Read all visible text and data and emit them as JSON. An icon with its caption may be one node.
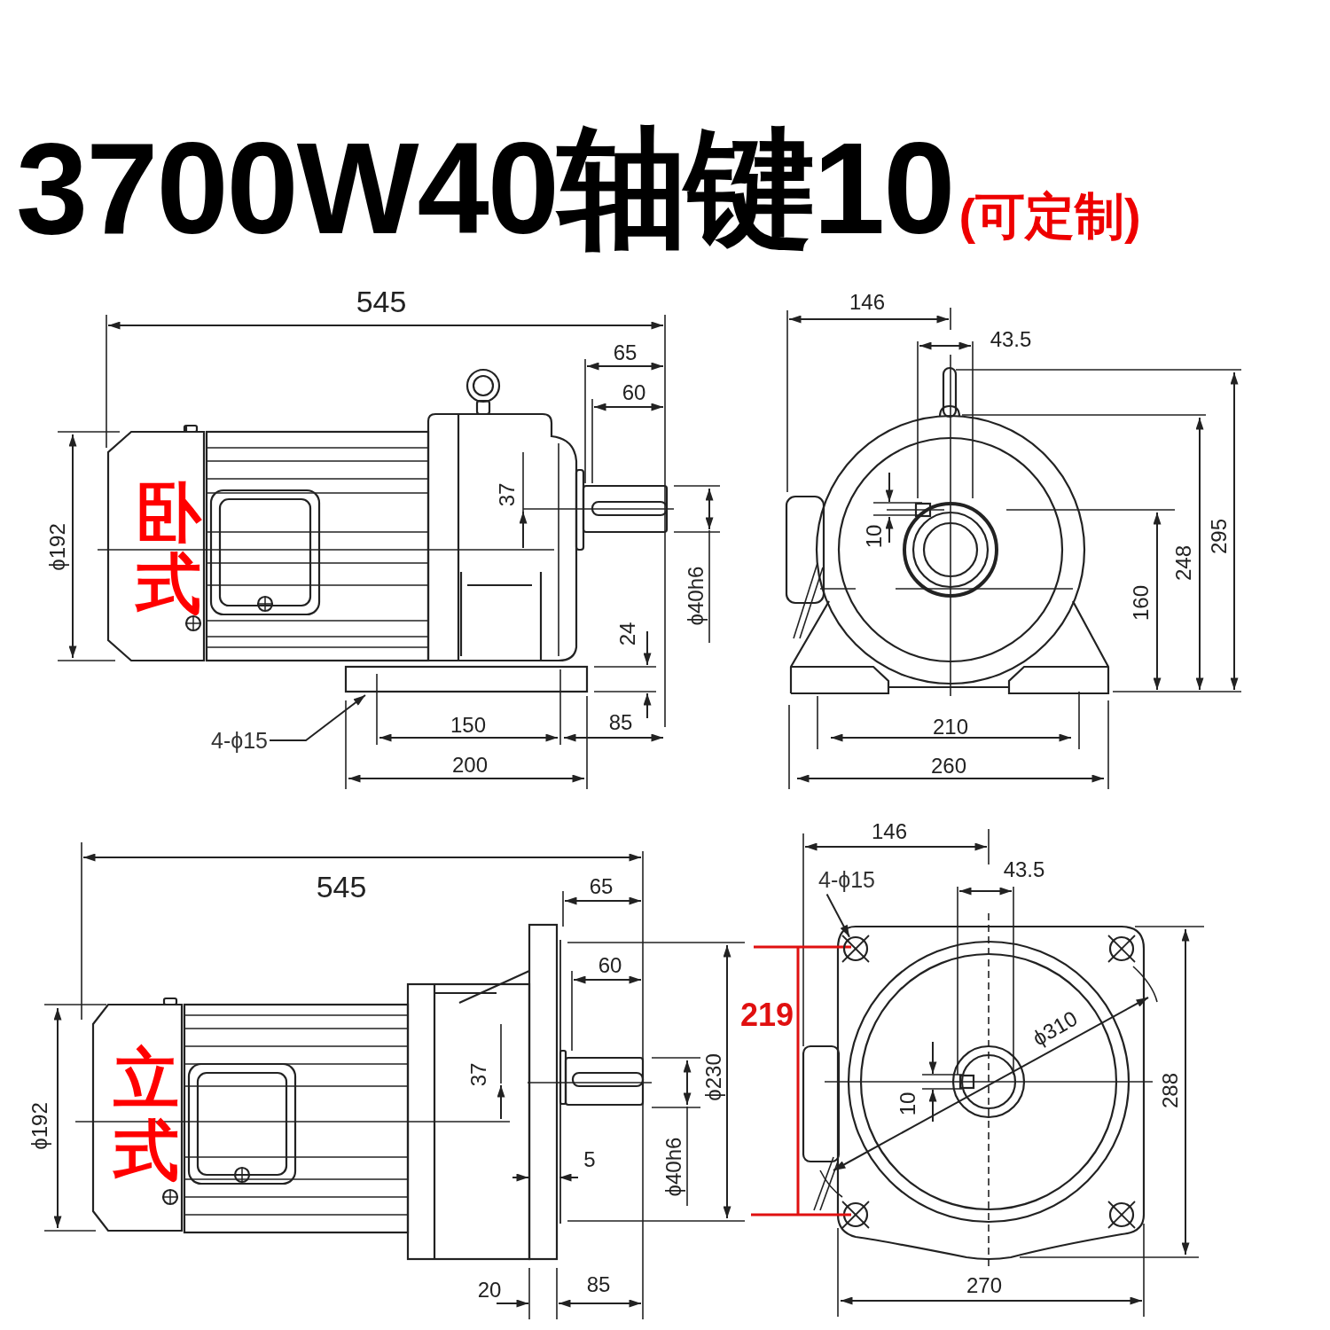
{
  "diagram": {
    "title": "3700W40轴键10",
    "nodes": [
      {
        "text": [
          "4-ϕ15"
        ]
      },
      {
        "text": [
          "4-ϕ15"
        ]
      },
      {
        "text": [],
        "shape": "circle"
      }
    ],
    "edges": [
      {
        "from": 0,
        "to": null,
        "arrow": "to"
      },
      {
        "from": 1,
        "to": 2,
        "arrow": "to"
      }
    ],
    "labels": [
      "卧式",
      "545",
      "65",
      "60",
      "37",
      "ϕ192",
      "ϕ40h6",
      "24",
      "85",
      "150",
      "200",
      "146",
      "43.5",
      "10",
      "295",
      "248",
      "160",
      "210",
      "260",
      "立式",
      "545",
      "65",
      "60",
      "37",
      "ϕ192",
      "ϕ230",
      "ϕ40h6",
      "5",
      "20",
      "85",
      "146",
      "43.5",
      "219",
      "ϕ310",
      "10",
      "288",
      "270",
      "(可定制)"
    ]
  }
}
